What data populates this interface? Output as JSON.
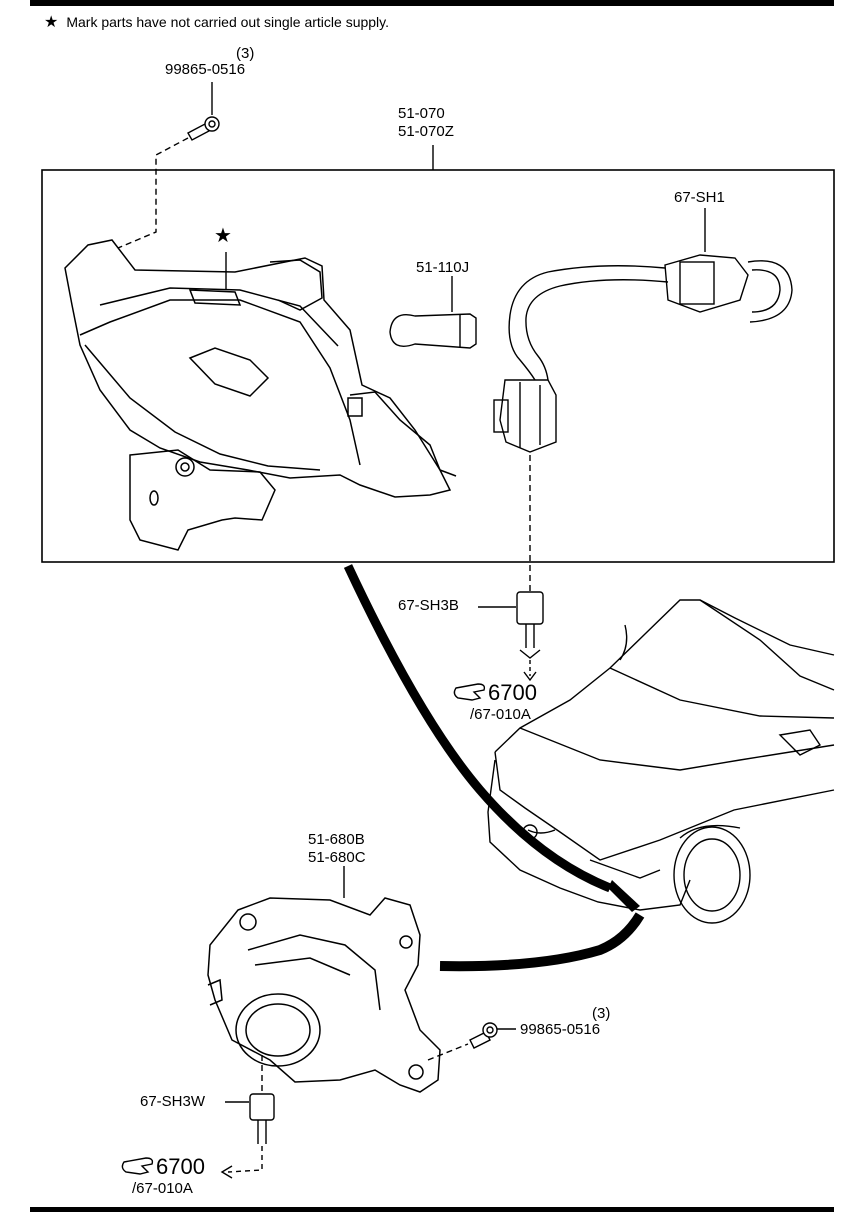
{
  "note": {
    "star": "★",
    "text": "Mark parts have not carried out single article supply."
  },
  "labels": {
    "top_qty": "(3)",
    "top_bolt": "99865-0516",
    "lamp_part_1": "51-070",
    "lamp_part_2": "51-070Z",
    "socket": "67-SH1",
    "bulb": "51-110J",
    "star_mark": "★",
    "conn_sh3b": "67-SH3B",
    "ref1_num": "6700",
    "ref1_sub": "/67-010A",
    "fog_part_1": "51-680B",
    "fog_part_2": "51-680C",
    "bottom_qty": "(3)",
    "bottom_bolt": "99865-0516",
    "conn_sh3w": "67-SH3W",
    "ref2_num": "6700",
    "ref2_sub": "/67-010A"
  },
  "icons": {
    "hand": "pointing-hand-icon"
  }
}
